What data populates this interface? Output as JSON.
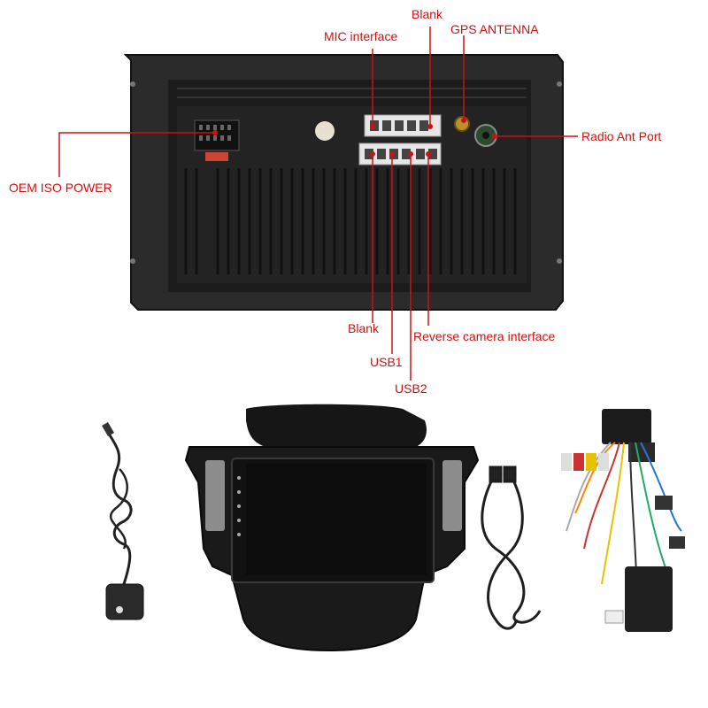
{
  "labels": {
    "blank_top": "Blank",
    "mic_interface": "MIC interface",
    "gps_antenna": "GPS ANTENNA",
    "radio_ant_port": "Radio Ant Port",
    "oem_iso_power": "OEM ISO POWER",
    "blank_bottom": "Blank",
    "reverse_camera": "Reverse camera interface",
    "usb1": "USB1",
    "usb2": "USB2"
  },
  "colors": {
    "callout": "#d01010",
    "unit_body": "#2a2a2a",
    "panel_black": "#1a1a1a"
  }
}
